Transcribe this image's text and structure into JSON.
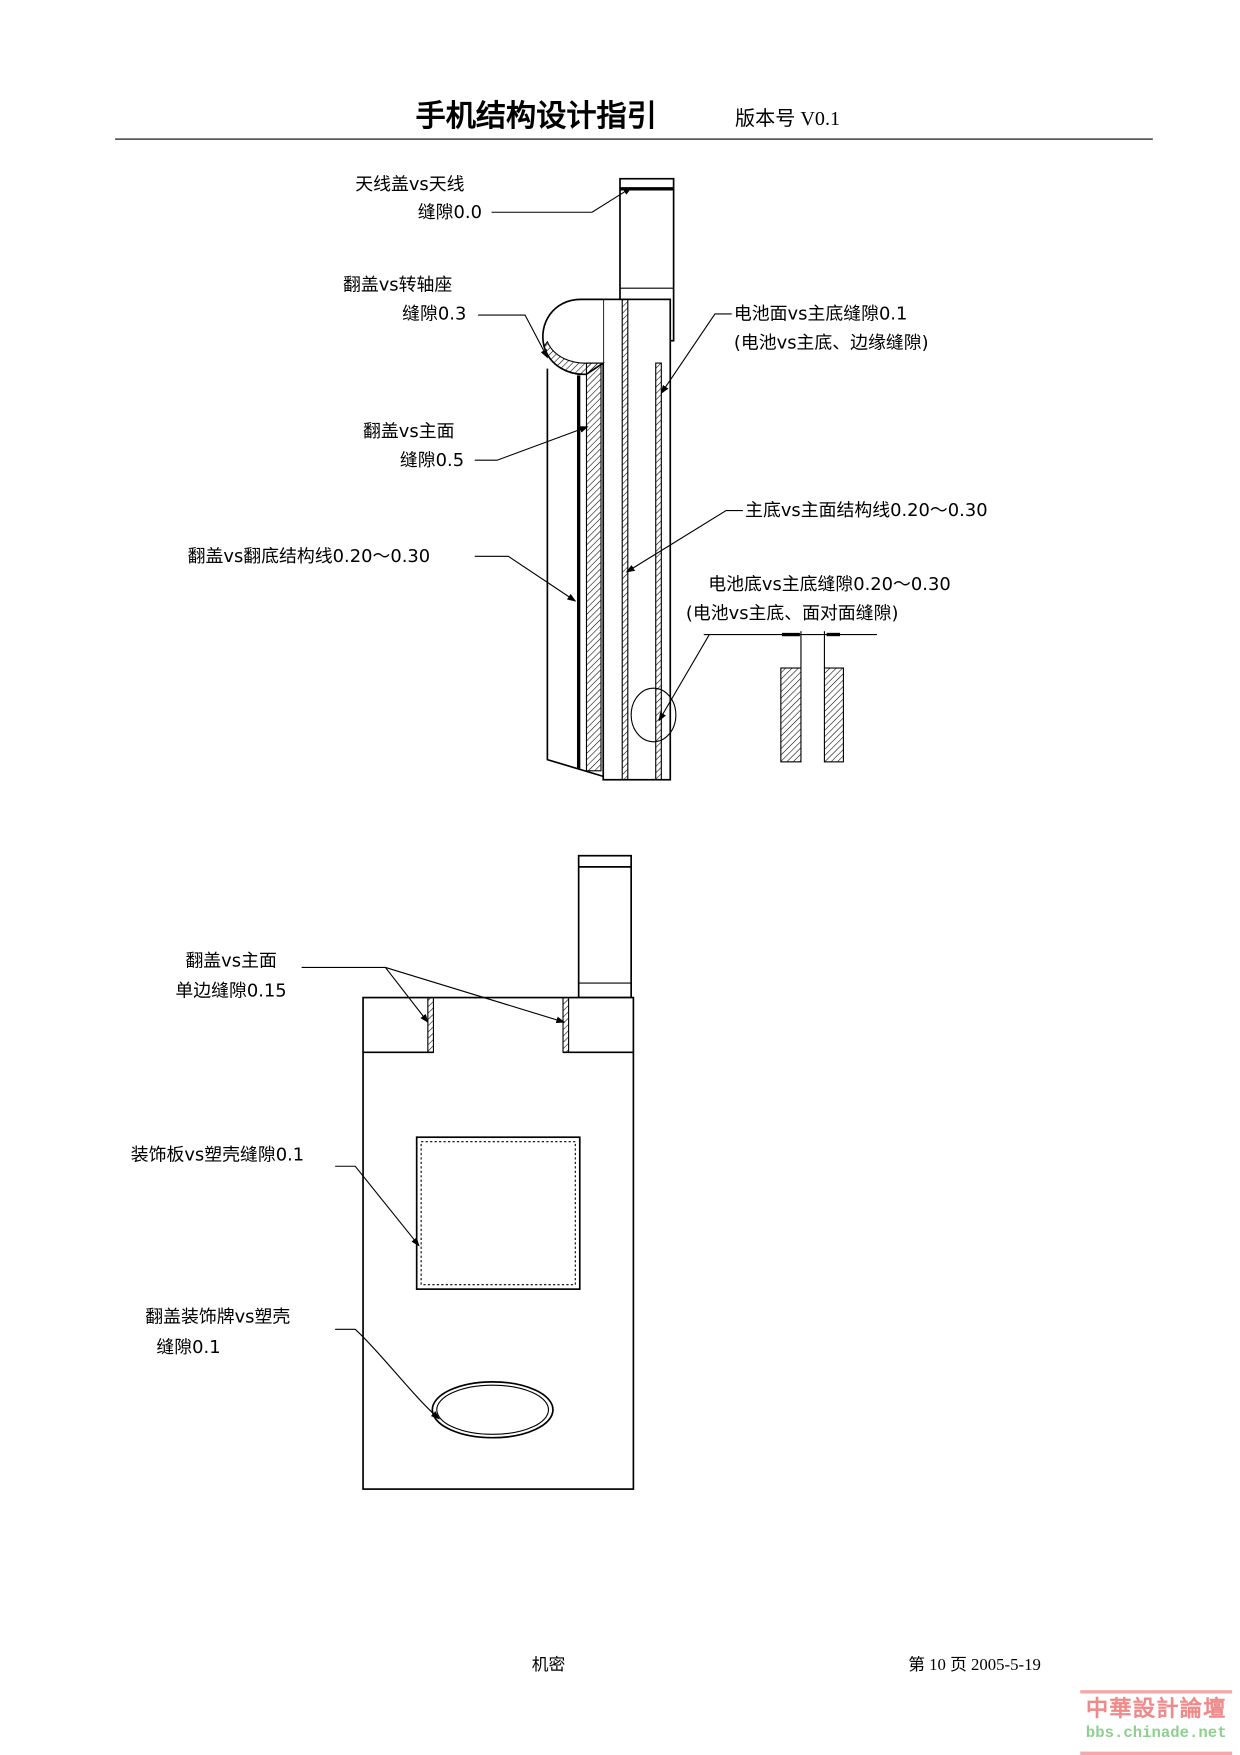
{
  "header": {
    "title": "手机结构设计指引",
    "version": "版本号 V0.1"
  },
  "side_view": {
    "labels": {
      "antenna_cover": {
        "line1": "天线盖vs天线",
        "line2": "缝隙0.0"
      },
      "flip_hinge": {
        "line1": "翻盖vs转轴座",
        "line2": "缝隙0.3"
      },
      "battery_face": {
        "line1": "电池面vs主底缝隙0.1",
        "line2": "(电池vs主底、边缘缝隙)"
      },
      "flip_face": {
        "line1": "翻盖vs主面",
        "line2": "缝隙0.5"
      },
      "base_face": {
        "line1": "主底vs主面结构线0.20～0.30"
      },
      "flip_base": {
        "line1": "翻盖vs翻底结构线0.20～0.30"
      },
      "battery_bottom": {
        "line1": "电池底vs主底缝隙0.20～0.30",
        "line2": "(电池vs主底、面对面缝隙)"
      }
    }
  },
  "front_view": {
    "labels": {
      "flip_face_side": {
        "line1": "翻盖vs主面",
        "line2": "单边缝隙0.15"
      },
      "deco_panel": {
        "line1": "装饰板vs塑壳缝隙0.1"
      },
      "flip_badge": {
        "line1": "翻盖装饰牌vs塑壳",
        "line2": "缝隙0.1"
      }
    }
  },
  "footer": {
    "confidential": "机密",
    "page": "第 10 页 2005-5-19"
  },
  "watermark": {
    "line1": "中華設計論壇",
    "line2": "bbs.chinade.net",
    "pink": "#f08a8a",
    "green": "#8fcf8f"
  }
}
